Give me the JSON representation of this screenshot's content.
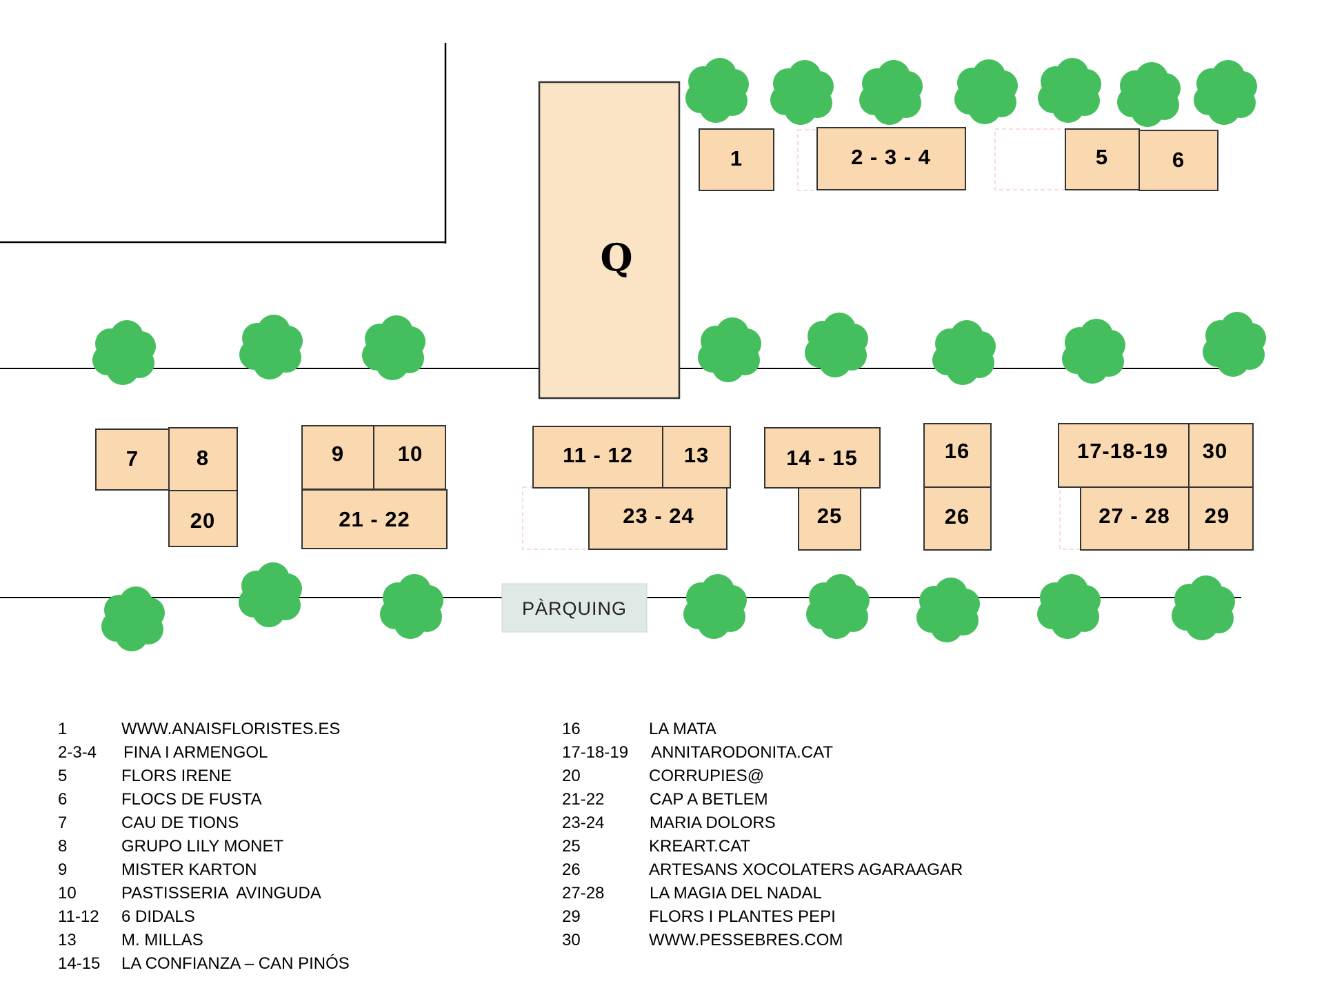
{
  "map": {
    "central_block_label": "Q",
    "parking_label": "PÀRQUING",
    "stalls": [
      {
        "id": "s1",
        "label": "1"
      },
      {
        "id": "s234",
        "label": "2 - 3 - 4"
      },
      {
        "id": "s5",
        "label": "5"
      },
      {
        "id": "s6",
        "label": "6"
      },
      {
        "id": "s7",
        "label": "7"
      },
      {
        "id": "s8",
        "label": "8"
      },
      {
        "id": "s20",
        "label": "20"
      },
      {
        "id": "s9",
        "label": "9"
      },
      {
        "id": "s10",
        "label": "10"
      },
      {
        "id": "s2122",
        "label": "21 - 22"
      },
      {
        "id": "s1112",
        "label": "11 - 12"
      },
      {
        "id": "s13",
        "label": "13"
      },
      {
        "id": "s2324",
        "label": "23 - 24"
      },
      {
        "id": "s1415",
        "label": "14 - 15"
      },
      {
        "id": "s25",
        "label": "25"
      },
      {
        "id": "s16",
        "label": "16"
      },
      {
        "id": "s26",
        "label": "26"
      },
      {
        "id": "s171819",
        "label": "17-18-19"
      },
      {
        "id": "s30",
        "label": "30"
      },
      {
        "id": "s2728",
        "label": "27 - 28"
      },
      {
        "id": "s29",
        "label": "29"
      }
    ],
    "colors": {
      "stall_fill": "#fad9b0",
      "central_fill": "#fbe3c6",
      "tree": "#45bf5e",
      "parking_fill": "#dfe9e6"
    }
  },
  "legend": {
    "left": [
      {
        "num": "1",
        "name": "WWW.ANAISFLORISTES.ES"
      },
      {
        "num": "2-3-4",
        "name": "FINA I ARMENGOL"
      },
      {
        "num": "5",
        "name": "FLORS IRENE"
      },
      {
        "num": "6",
        "name": "FLOCS DE FUSTA"
      },
      {
        "num": "7",
        "name": "CAU DE TIONS"
      },
      {
        "num": "8",
        "name": "GRUPO LILY MONET"
      },
      {
        "num": "9",
        "name": "MISTER KARTON"
      },
      {
        "num": "10",
        "name": "PASTISSERIA  AVINGUDA"
      },
      {
        "num": "11-12",
        "name": "6 DIDALS"
      },
      {
        "num": "13",
        "name": "M. MILLAS"
      },
      {
        "num": "14-15",
        "name": "LA CONFIANZA – CAN PINÓS"
      }
    ],
    "right": [
      {
        "num": "16",
        "name": "LA MATA"
      },
      {
        "num": "17-18-19",
        "name": "ANNITARODONITA.CAT"
      },
      {
        "num": "20",
        "name": "CORRUPIES@"
      },
      {
        "num": "21-22",
        "name": "CAP A BETLEM"
      },
      {
        "num": "23-24",
        "name": "MARIA DOLORS"
      },
      {
        "num": "25",
        "name": "KREART.CAT"
      },
      {
        "num": "26",
        "name": "ARTESANS XOCOLATERS AGARAAGAR"
      },
      {
        "num": "27-28",
        "name": "LA MAGIA DEL NADAL"
      },
      {
        "num": "29",
        "name": "FLORS I PLANTES PEPI"
      },
      {
        "num": "30",
        "name": "WWW.PESSEBRES.COM"
      }
    ]
  }
}
